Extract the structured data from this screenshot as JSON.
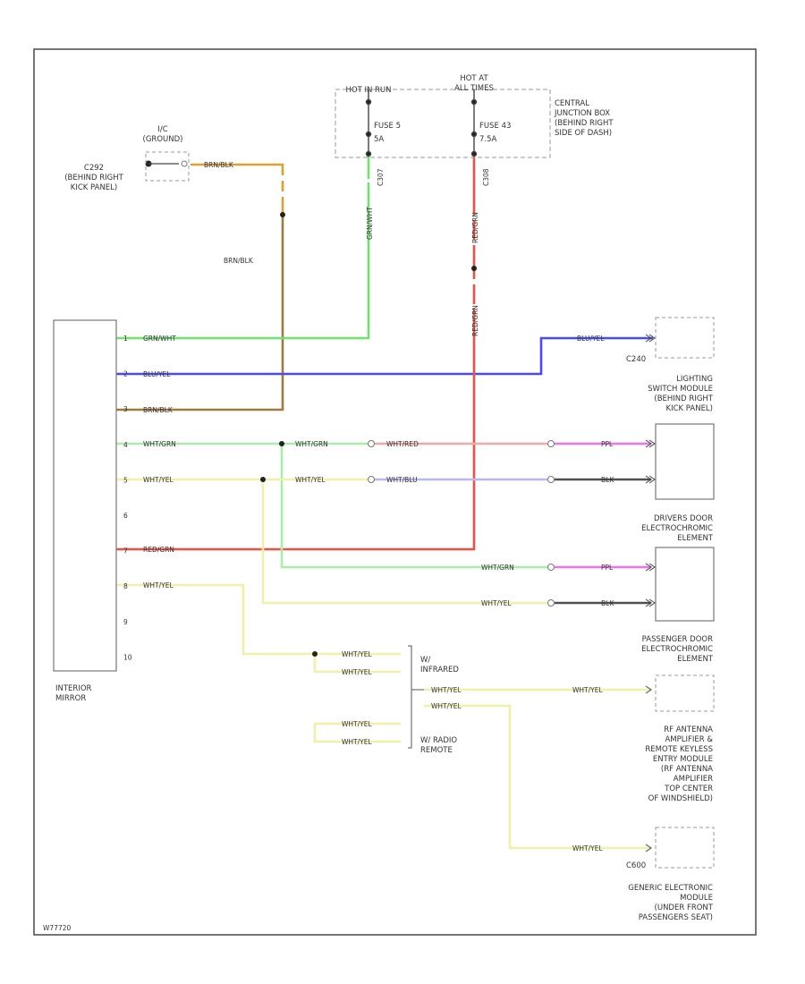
{
  "components": {
    "c292": {
      "lines": [
        "C292",
        "(BEHIND RIGHT",
        "KICK PANEL)"
      ]
    },
    "ac_ground": {
      "lines": [
        "I/C",
        "(GROUND)"
      ]
    },
    "hot_in_run": {
      "lines": [
        "HOT IN RUN"
      ]
    },
    "hot_at_all_times": {
      "lines": [
        "HOT AT",
        "ALL TIMES"
      ]
    },
    "central_junction_box": {
      "lines": [
        "CENTRAL",
        "JUNCTION BOX",
        "(BEHIND RIGHT",
        "SIDE OF DASH)"
      ]
    },
    "fuse5": {
      "name": "FUSE 5",
      "rating": "5A"
    },
    "fuse43": {
      "name": "FUSE 43",
      "rating": "7.5A"
    },
    "interior_mirror": {
      "lines": [
        "INTERIOR",
        "MIRROR"
      ]
    },
    "c240": {
      "lines": [
        "C240"
      ]
    },
    "lighting_switch": {
      "lines": [
        "LIGHTING",
        "SWITCH MODULE",
        "(BEHIND RIGHT",
        "KICK PANEL)"
      ]
    },
    "drivers_door": {
      "lines": [
        "DRIVERS DOOR",
        "ELECTROCHROMIC",
        "ELEMENT"
      ]
    },
    "passenger_door": {
      "lines": [
        "PASSENGER DOOR",
        "ELECTROCHROMIC",
        "ELEMENT"
      ]
    },
    "infrared": {
      "lines": [
        "W/",
        "INFRARED"
      ]
    },
    "radio_remote": {
      "lines": [
        "W/ RADIO",
        "REMOTE"
      ]
    },
    "rf_antenna": {
      "lines": [
        "RF ANTENNA",
        "AMPLIFIER &",
        "REMOTE KEYLESS",
        "ENTRY MODULE",
        "(RF ANTENNA",
        "AMPLIFIER",
        "TOP CENTER",
        "OF WINDSHIELD)"
      ]
    },
    "c600": {
      "lines": [
        "C600"
      ]
    },
    "generic_module": {
      "lines": [
        "GENERIC ELECTRONIC",
        "MODULE",
        "(UNDER FRONT",
        "PASSENGERS SEAT)"
      ]
    }
  },
  "mirror_pins": [
    "1",
    "2",
    "3",
    "4",
    "5",
    "6",
    "7",
    "8",
    "9",
    "10"
  ],
  "wires": {
    "brn_blk": "BRN/BLK",
    "grn_wht": "GRN/WHT",
    "blu_yel": "BLU/YEL",
    "wht_grn": "WHT/GRN",
    "wht_yel": "WHT/YEL",
    "wht_red": "WHT/RED",
    "wht_blu": "WHT/BLU",
    "red_grn": "RED/GRN",
    "ppl": "PPL",
    "blk": "BLK"
  },
  "circuit_ids": {
    "left": "C307",
    "right": "C308"
  },
  "footer": {
    "code": "W77720"
  },
  "colors": {
    "brn_blk": "#a07a3c",
    "orange": "#e0a030",
    "grn_wht": "#6ee46e",
    "blu_yel": "#4848ff",
    "wht_grn": "#a8eea8",
    "wht_yel": "#f0f0a8",
    "wht_red": "#f0a8a8",
    "wht_blu": "#b8b8f8",
    "red_grn": "#f05040",
    "ppl": "#f070f0",
    "blk": "#505050"
  }
}
